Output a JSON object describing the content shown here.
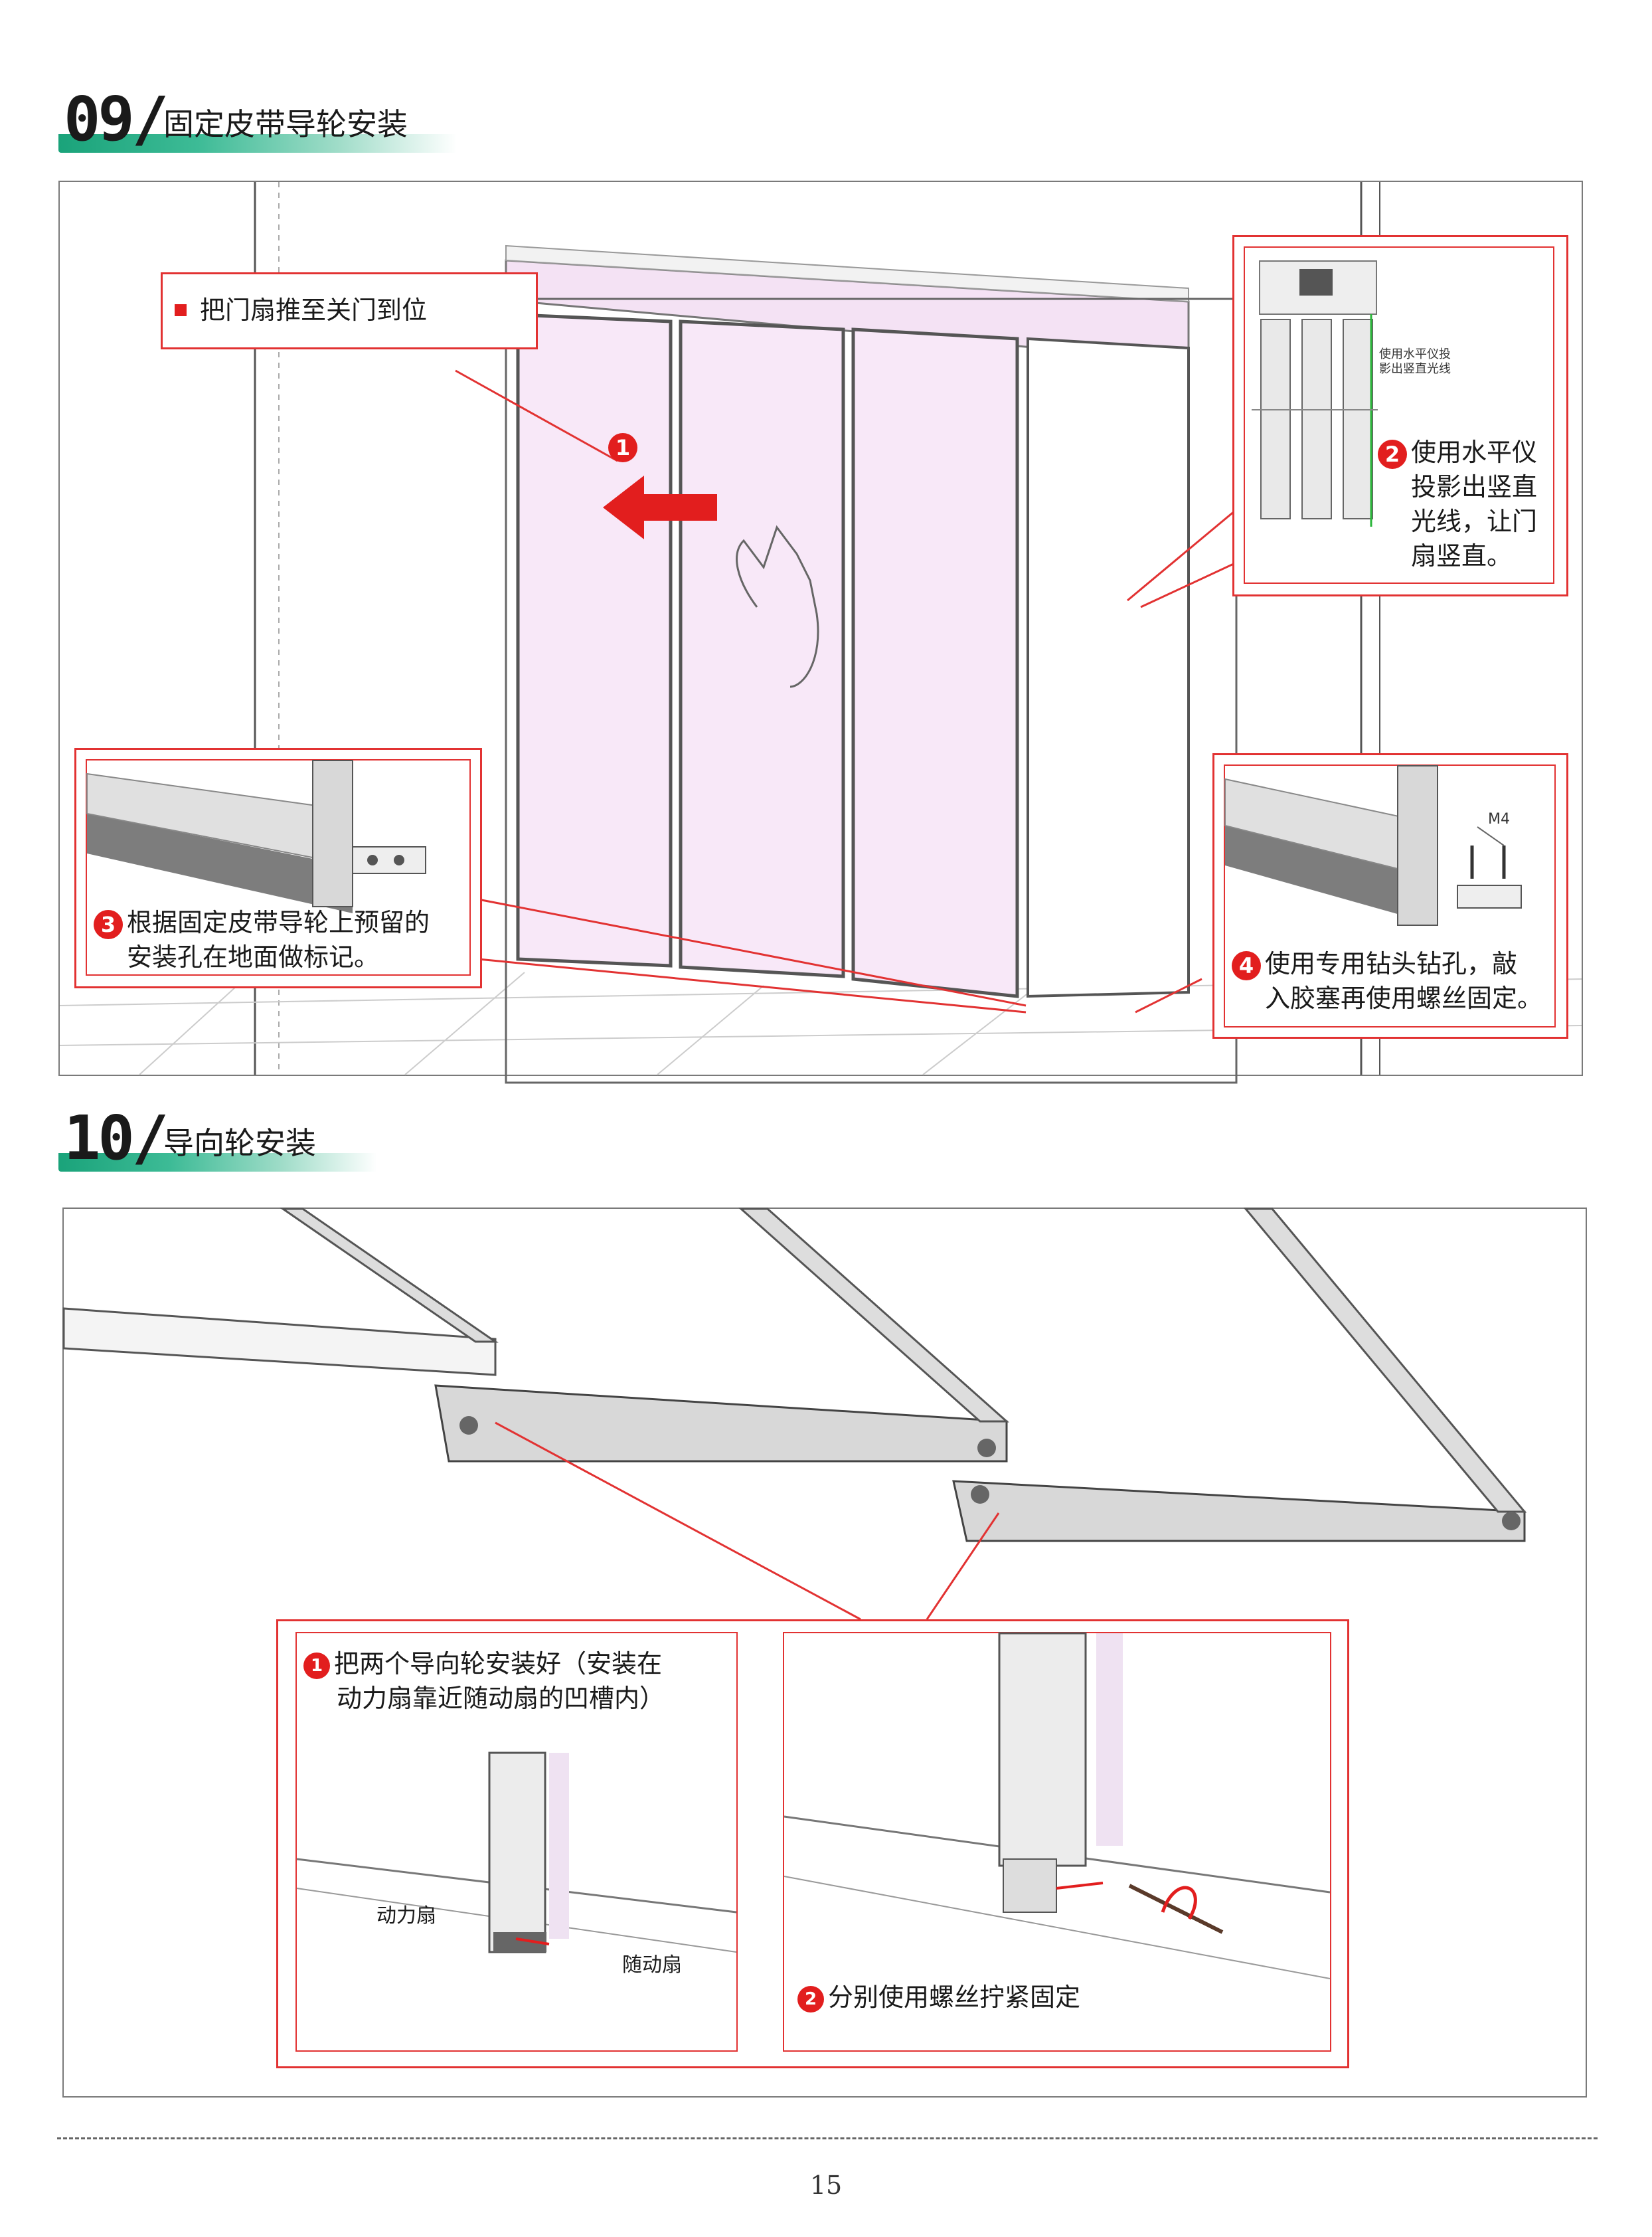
{
  "section9": {
    "number": "09/",
    "title": "固定皮带导轮安装",
    "callout_top": "把门扇推至关门到位",
    "step1_badge": "1",
    "step2_badge": "2",
    "step2_text": [
      "使用水平仪",
      "投影出竖直",
      "光线，让门",
      "扇竖直。"
    ],
    "step2_small_label": [
      "使用水平仪投",
      "影出竖直光线"
    ],
    "step3_badge": "3",
    "step3_text": [
      "根据固定皮带导轮上预留的",
      "安装孔在地面做标记。"
    ],
    "step4_badge": "4",
    "step4_text": [
      "使用专用钻头钻孔，敲",
      "入胶塞再使用螺丝固定。"
    ],
    "m4_label": "M4"
  },
  "section10": {
    "number": "10/",
    "title": "导向轮安装",
    "step1_badge": "1",
    "step1_text": [
      "把两个导向轮安装好（安装在",
      "动力扇靠近随动扇的凹槽内）"
    ],
    "label_power_leaf": "动力扇",
    "label_follower_leaf": "随动扇",
    "step2_badge": "2",
    "step2_text": "分别使用螺丝拧紧固定"
  },
  "page": {
    "number": "15"
  },
  "colors": {
    "accent_red": "#e21e1e",
    "heading_green": "#1aa37a",
    "door_pink": "#f7e6f7"
  }
}
